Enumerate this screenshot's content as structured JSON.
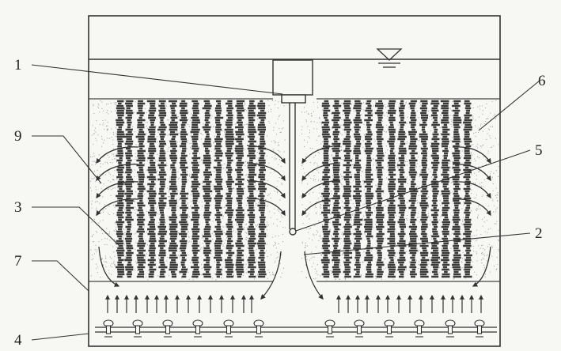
{
  "labels": {
    "l1": "1",
    "l2": "2",
    "l3": "3",
    "l4": "4",
    "l5": "5",
    "l6": "6",
    "l7": "7",
    "l9": "9"
  },
  "colors": {
    "ink": "#333333",
    "media": "#3a3a3a",
    "speckle": "#9a9a9a",
    "background": "#f7f7f4"
  },
  "icons": {
    "water_level": "water-level-triangle-icon",
    "nozzle": "diffuser-nozzle-icon",
    "aerator": "surface-aerator-icon"
  }
}
